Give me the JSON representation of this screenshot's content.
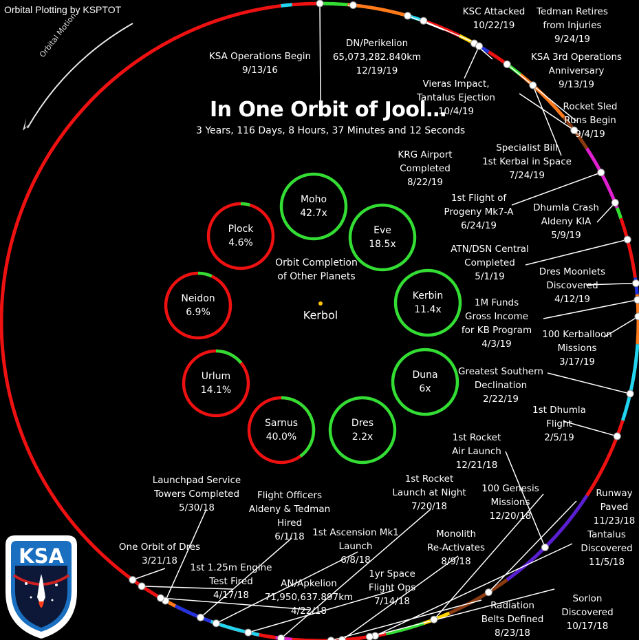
{
  "credit": "Orbital Plotting by KSPTOT",
  "motion_label": "Orbital Motion",
  "title": "In One Orbit of Jool…",
  "subtitle": "3 Years, 116 Days, 8 Hours, 37 Minutes and 12 Seconds",
  "center_caption": "Orbit Completion\nof Other Planets",
  "star": "Kerbol",
  "logo_text": "KSA",
  "colors": {
    "red": "#ee1111",
    "green": "#33dd33",
    "orange": "#ff7a1a",
    "cyan": "#22d4ee",
    "yellow": "#ffd400",
    "blue": "#2233dd",
    "purple": "#5a1fd0",
    "brown": "#8a3a10",
    "magenta": "#e020d0"
  },
  "planets": [
    {
      "name": "Moho",
      "value": "42.7x",
      "fraction": 1.0
    },
    {
      "name": "Eve",
      "value": "18.5x",
      "fraction": 1.0
    },
    {
      "name": "Kerbin",
      "value": "11.4x",
      "fraction": 1.0
    },
    {
      "name": "Duna",
      "value": "6x",
      "fraction": 1.0
    },
    {
      "name": "Dres",
      "value": "2.2x",
      "fraction": 1.0
    },
    {
      "name": "Sarnus",
      "value": "40.0%",
      "fraction": 0.4
    },
    {
      "name": "Urlum",
      "value": "14.1%",
      "fraction": 0.141
    },
    {
      "name": "Neidon",
      "value": "6.9%",
      "fraction": 0.069
    },
    {
      "name": "Plock",
      "value": "4.6%",
      "fraction": 0.046
    }
  ],
  "events": [
    {
      "text": "KSA Operations Begin\n9/13/16"
    },
    {
      "text": "DN/Perikelion\n65,073,282.840km\n12/19/19"
    },
    {
      "text": "KSC Attacked\n10/22/19"
    },
    {
      "text": "Tedman Retires\nfrom Injuries\n9/24/19"
    },
    {
      "text": "KSA 3rd Operations\nAnniversary\n9/13/19"
    },
    {
      "text": "Vieras Impact,\nTantalus Ejection\n10/4/19"
    },
    {
      "text": "Rocket Sled\nRuns Begin\n9/4/19"
    },
    {
      "text": "Specialist Bill\n1st Kerbal in Space\n7/24/19"
    },
    {
      "text": "KRG Airport\nCompleted\n8/22/19"
    },
    {
      "text": "1st Flight of\nProgeny Mk7-A\n6/24/19"
    },
    {
      "text": "Dhumla Crash\nAldeny KIA\n5/9/19"
    },
    {
      "text": "ATN/DSN Central\nCompleted\n5/1/19"
    },
    {
      "text": "Dres Moonlets\nDiscovered\n4/12/19"
    },
    {
      "text": "1M Funds\nGross Income\nfor KB Program\n4/3/19"
    },
    {
      "text": "100 Kerballoon\nMissions\n3/17/19"
    },
    {
      "text": "Greatest Southern\nDeclination\n2/22/19"
    },
    {
      "text": "1st Dhumla\nFlight\n2/5/19"
    },
    {
      "text": "1st Rocket\nAir Launch\n12/21/18"
    },
    {
      "text": "Runway\nPaved\n11/23/18"
    },
    {
      "text": "100 Genesis\nMissions\n12/20/18"
    },
    {
      "text": "Tantalus\nDiscovered\n11/5/18"
    },
    {
      "text": "Sorlon\nDiscovered\n10/17/18"
    },
    {
      "text": "Monolith\nRe-Activates\n8/9/18"
    },
    {
      "text": "Radiation\nBelts Defined\n8/23/18"
    },
    {
      "text": "1st Rocket\nLaunch at Night\n7/20/18"
    },
    {
      "text": "1yr Space\nFlight Ops\n7/14/18"
    },
    {
      "text": "1st Ascension Mk1\nLaunch\n6/8/18"
    },
    {
      "text": "Flight Officers\nAldeny & Tedman\nHired\n6/1/18"
    },
    {
      "text": "Launchpad Service\nTowers Completed\n5/30/18"
    },
    {
      "text": "AN/Apkelion\n71,950,637.897km\n4/22/18"
    },
    {
      "text": "1st 1.25m Engine\nTest Fired\n4/17/18"
    },
    {
      "text": "One Orbit of Dres\n3/21/18"
    }
  ]
}
